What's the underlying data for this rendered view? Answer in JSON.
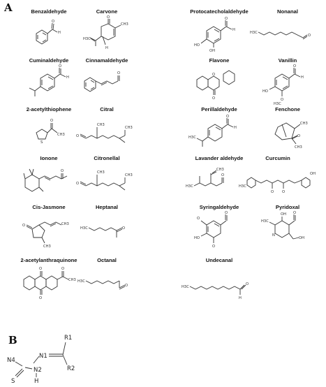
{
  "panel_a_label": "A",
  "panel_b_label": "B",
  "compounds": {
    "benzaldehyde": "Benzaldehyde",
    "carvone": "Carvone",
    "protocatecholaldehyde": "Protocatecholaldehyde",
    "nonanal": "Nonanal",
    "cuminaldehyde": "Cuminaldehyde",
    "cinnamaldehyde": "Cinnamaldehyde",
    "flavone": "Flavone",
    "vanillin": "Vanillin",
    "acetylthiophene": "2-acetylthiophene",
    "citral": "Citral",
    "perillaldehyde": "Perillaldehyde",
    "fenchone": "Fenchone",
    "ionone": "Ionone",
    "citronellal": "Citronellal",
    "lavander_aldehyde": "Lavander aldehyde",
    "curcumin": "Curcumin",
    "cis_jasmone": "Cis-Jasmone",
    "heptanal": "Heptanal",
    "syringaldehyde": "Syringaldehyde",
    "pyridoxal": "Pyridoxal",
    "acetylanthraquinone": "2-acetylanthraquinone",
    "octanal": "Octanal",
    "undecanal": "Undecanal"
  },
  "atoms": {
    "O": "O",
    "H": "H",
    "HO": "HO",
    "OH": "OH",
    "CH3": "CH3",
    "H3C": "H3C",
    "N": "N",
    "S": "S"
  },
  "scaffold_b": {
    "r1": "R1",
    "r2": "R2",
    "n1": "N1",
    "n2": "N2",
    "n4": "N4",
    "s": "S",
    "h": "H"
  }
}
